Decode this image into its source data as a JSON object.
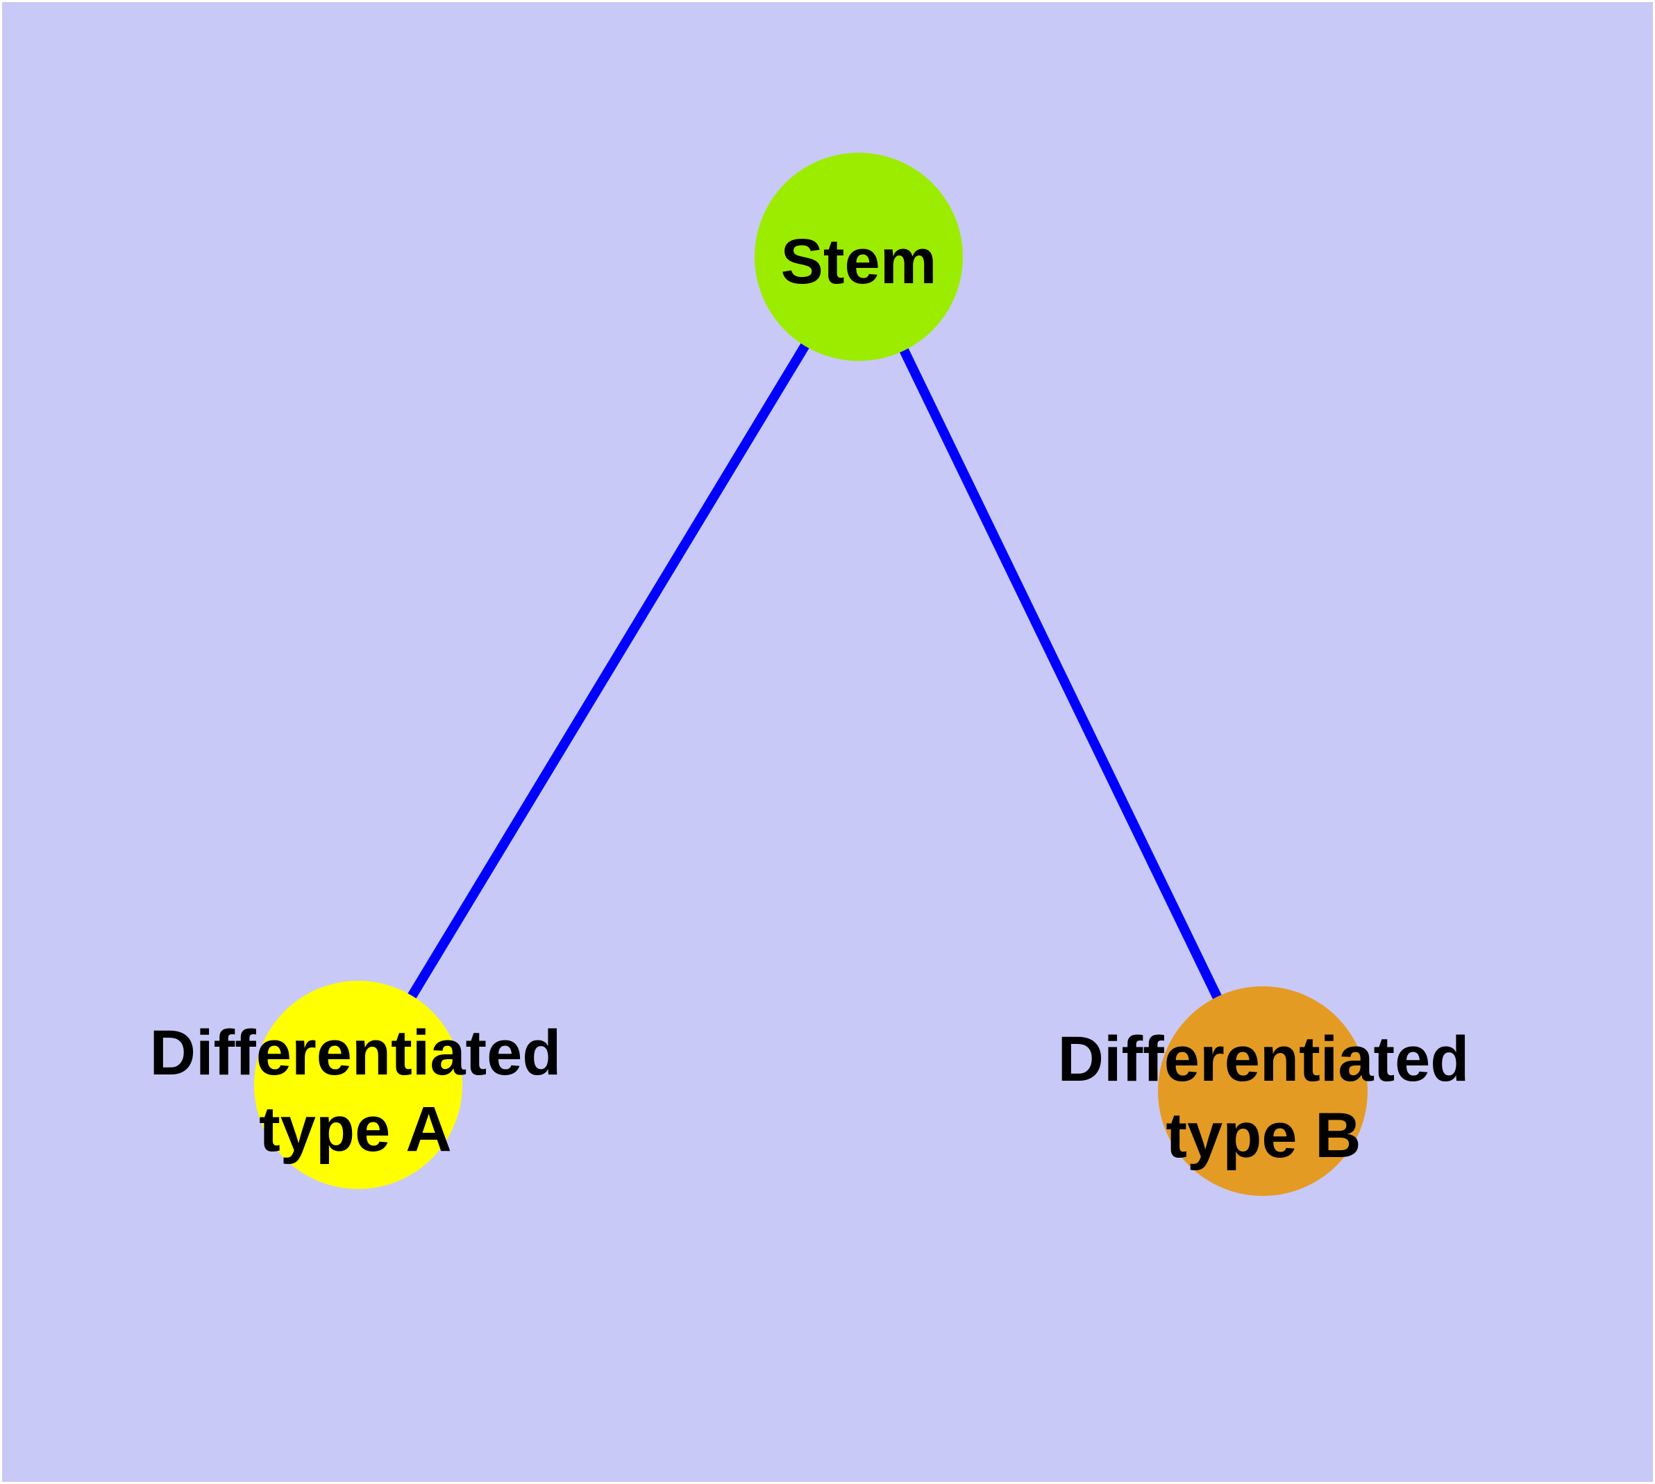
{
  "diagram": {
    "type": "graph",
    "background_color": "#C9C9F8",
    "frame_color": "#FFFFFF",
    "edge_color": "#0000FF",
    "node_border_color": "#7E7E7E",
    "text_color": "#000000",
    "nodes": {
      "stem": {
        "label": "Stem",
        "fill": "#9CEC00"
      },
      "type_a": {
        "label_lines": [
          "Differentiated",
          "type A"
        ],
        "fill": "#FFFF00"
      },
      "type_b": {
        "label_lines": [
          "Differentiated",
          "type B"
        ],
        "fill": "#E49B23"
      }
    },
    "edges": [
      {
        "from": "Stem",
        "to": "Differentiated type A"
      },
      {
        "from": "Stem",
        "to": "Differentiated type B"
      }
    ]
  }
}
